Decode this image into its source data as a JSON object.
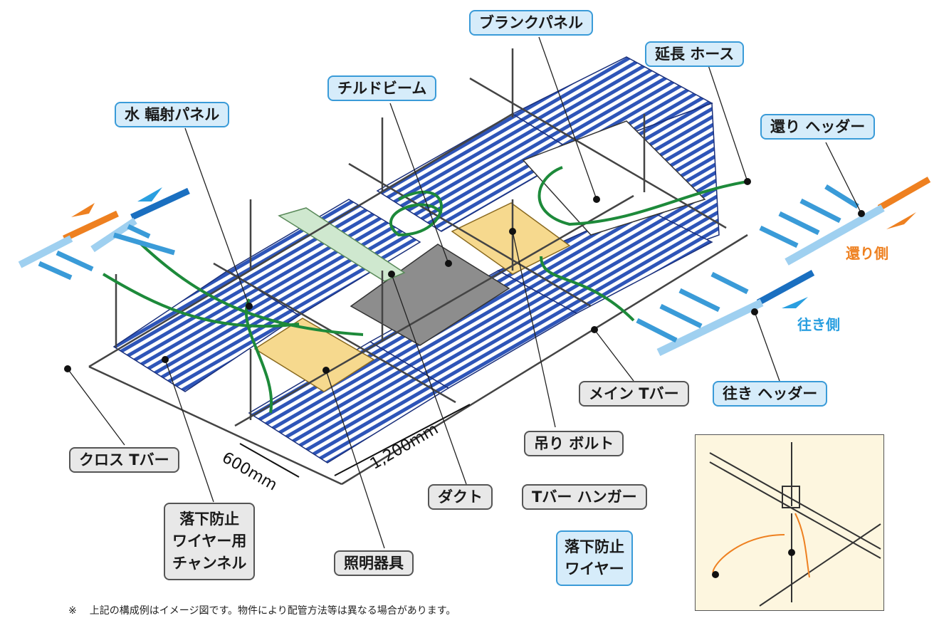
{
  "labels": {
    "blank_panel": "ブランクパネル",
    "extension_hose": "延長 ホース",
    "chilled_beam": "チルドビーム",
    "water_radiant_panel": "水 輻射パネル",
    "return_header": "還り ヘッダー",
    "supply_header": "往き ヘッダー",
    "main_tbar": "メイン Tバー",
    "hanging_bolt": "吊り ボルト",
    "cross_tbar": "クロス Tバー",
    "duct": "ダクト",
    "tbar_hanger": "Tバー ハンガー",
    "fall_wire_channel": [
      "落下防止",
      "ワイヤー用",
      "チャンネル"
    ],
    "lighting": "照明器具",
    "fall_wire": [
      "落下防止",
      "ワイヤー"
    ]
  },
  "sides": {
    "return": "還り側",
    "supply": "往き側"
  },
  "dimensions": {
    "short": "600mm",
    "long": "1,200mm"
  },
  "note": {
    "mark": "※",
    "text": "上記の構成例はイメージ図です。物件により配管方法等は異なる場合があります。"
  },
  "colors": {
    "accent_blue": "#3a9bd8",
    "label_fill": "#d6ecfa",
    "panel_stripe": "#2e55b8",
    "hose_green": "#1d8a3a",
    "return_orange": "#ee8020",
    "supply_blue": "#2a8fd8",
    "light_fixture": "#f6d98e"
  }
}
